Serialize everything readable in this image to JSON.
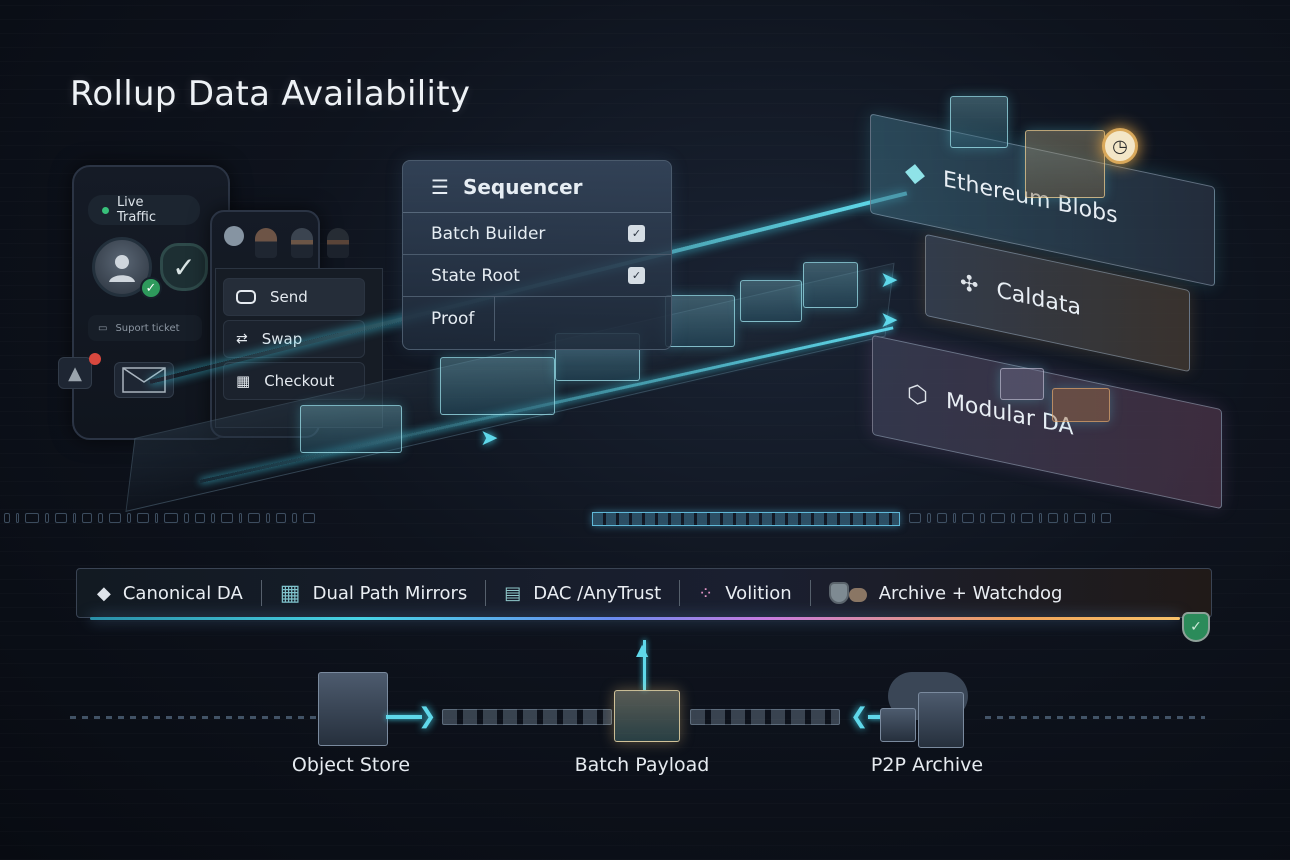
{
  "title": "Rollup Data Availability",
  "user_panel": {
    "status_pill": "Live Traffic",
    "ticket_label": "Suport ticket",
    "icons": [
      "user-avatar",
      "verified-shield",
      "warning-alert",
      "mail"
    ]
  },
  "action_menu": {
    "items": [
      {
        "label": "Send",
        "icon": "wallet-icon"
      },
      {
        "label": "Swap",
        "icon": "swap-arrows-icon"
      },
      {
        "label": "Checkout",
        "icon": "checkout-grid-icon"
      }
    ]
  },
  "sequencer": {
    "title": "Sequencer",
    "rows": [
      {
        "label": "Batch Builder",
        "checked": true
      },
      {
        "label": "State Root",
        "checked": true
      },
      {
        "label": "Proof",
        "checked": false
      }
    ]
  },
  "da_layers": [
    {
      "label": "Ethereum Blobs",
      "icon": "ethereum-icon"
    },
    {
      "label": "Caldata",
      "icon": "network-nodes-icon"
    },
    {
      "label": "Modular DA",
      "icon": "modular-mesh-icon"
    }
  ],
  "strategy_bar": {
    "items": [
      {
        "label": "Canonical DA",
        "icon": "ethereum-icon"
      },
      {
        "label": "Dual Path Mirrors",
        "icon": "mirror-grid-icon"
      },
      {
        "label": "DAC /AnyTrust",
        "icon": "committee-blocks-icon"
      },
      {
        "label": "Volition",
        "icon": "choice-dots-icon"
      },
      {
        "label": "Archive + Watchdog",
        "icon": "shield-rock-icon"
      }
    ],
    "colors": {
      "start": "#47d4e6",
      "mid": "#c77be0",
      "end": "#f8c26a"
    }
  },
  "storage_flow": {
    "nodes": [
      {
        "label": "Object Store"
      },
      {
        "label": "Batch Payload"
      },
      {
        "label": "P2P Archive"
      }
    ]
  }
}
